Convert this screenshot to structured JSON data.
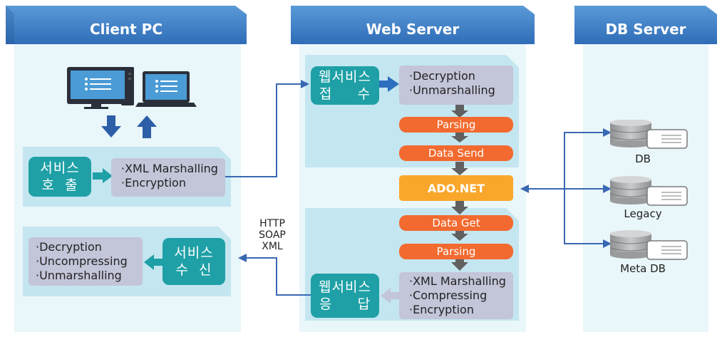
{
  "columns": {
    "client": {
      "title": "Client PC"
    },
    "web": {
      "title": "Web Server"
    },
    "db": {
      "title": "DB Server"
    }
  },
  "client": {
    "call_box": {
      "line1": "서비스",
      "line2": "호  출"
    },
    "call_steps": [
      "·XML Marshalling",
      "·Encryption"
    ],
    "receive_box": {
      "line1": "서비스",
      "line2": "수  신"
    },
    "receive_steps": [
      "·Decryption",
      "·Uncompressing",
      "·Unmarshalling"
    ]
  },
  "web": {
    "accept_box": {
      "line1": "웹서비스",
      "line2": "접     수"
    },
    "accept_steps": [
      "·Decryption",
      "·Unmarshalling"
    ],
    "parsing_top": "Parsing",
    "data_send": "Data Send",
    "adonet": "ADO.NET",
    "data_get": "Data Get",
    "parsing_bottom": "Parsing",
    "respond_box": {
      "line1": "웹서비스",
      "line2": "응     답"
    },
    "respond_steps": [
      "·XML Marshalling",
      "·Compressing",
      "·Encryption"
    ]
  },
  "protocols": [
    "HTTP",
    "SOAP",
    "XML"
  ],
  "databases": [
    "DB",
    "Legacy",
    "Meta DB"
  ],
  "colors": {
    "header": "#2f6db7",
    "column_bg": "#e9f6fa",
    "band": "#c4e6f0",
    "teal": "#1ea0a6",
    "gray_box": "#c3c5d9",
    "orange": "#f26a2f",
    "adonet": "#f9a72b",
    "connector": "#3a68b2",
    "down_arrow": "#606060"
  },
  "icons": [
    "desktop-pc-icon",
    "laptop-icon",
    "download-arrow-icon",
    "upload-arrow-icon",
    "database-icon"
  ]
}
